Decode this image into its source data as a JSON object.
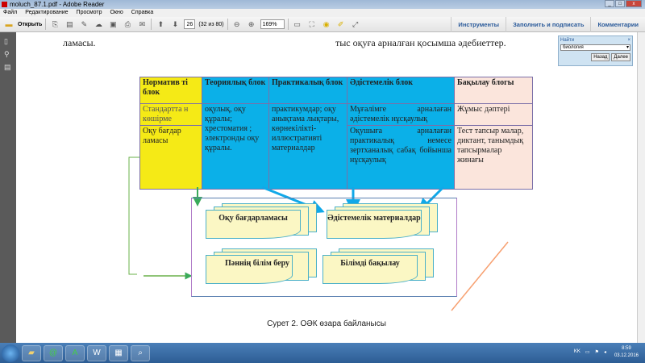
{
  "window": {
    "title": "moluch_87.1.pdf - Adobe Reader"
  },
  "menu": [
    "Файл",
    "Редактирование",
    "Просмотр",
    "Окно",
    "Справка"
  ],
  "toolbar": {
    "open_label": "Открыть",
    "page": "26",
    "page_count": "(32 из 80)",
    "zoom": "169%"
  },
  "right_links": [
    "Инструменты",
    "Заполнить и подписать",
    "Комментарии"
  ],
  "find": {
    "title": "Найти",
    "value": "биология",
    "back": "Назад",
    "next": "Далее"
  },
  "doc": {
    "line_left": "ламасы.",
    "line_right": "тыс оқуға арналған қосымша әдебиеттер.",
    "table": {
      "headers": [
        "Норматив ті блок",
        "Теориялық блок",
        "Практикалық блок",
        "Әдістемелік блок",
        "Бақылау блогы"
      ],
      "row1": [
        "Стандартта н көшірме",
        "оқулық, оқу құралы; хрестоматия ; электронды оқу құралы.",
        "практикумдар; оқу анықтама лықтары, көрнекілікті-иллюстративті материалдар",
        "Мұғалімге арналаған әдістемелік нұсқаулық",
        "Жұмыс дәптері"
      ],
      "row2": [
        "Оқу бағдар ламасы",
        "Оқушыға арналаған практикалық немесе зертханалық сабақ бойынша нұсқаулық",
        "Тест тапсыр малар, диктант, танымдық тапсырмалар жинағы"
      ]
    },
    "cards": [
      "Оқу бағдарламасы",
      "Әдістемелік материалдар",
      "Пәннің білім беру",
      "Білімді бақылау"
    ],
    "caption": "Сурет 2. ОӘК өзара байланысы"
  },
  "taskbar": {
    "lang": "KK",
    "time": "8:59",
    "date": "03.12.2016"
  }
}
